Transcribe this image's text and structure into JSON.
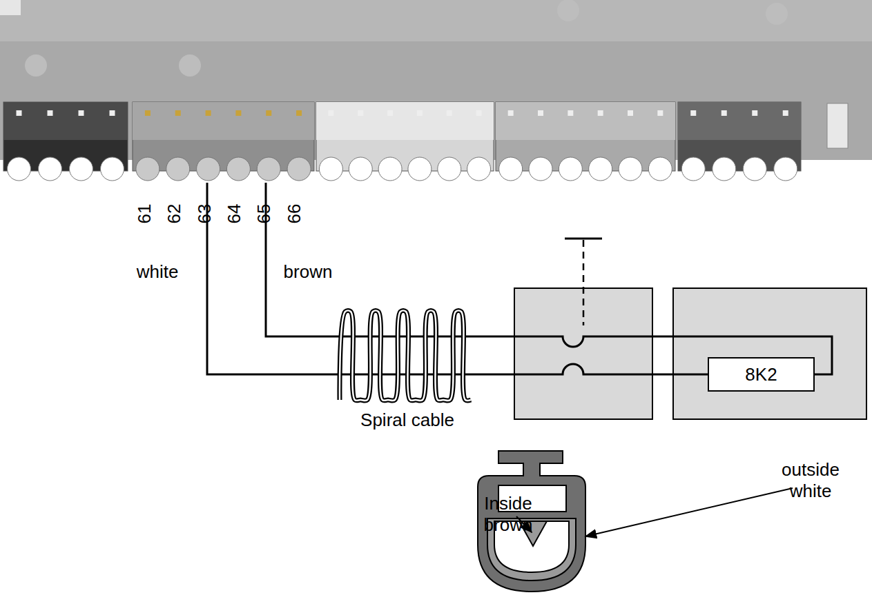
{
  "diagram": {
    "nodes": [
      {
        "text": [
          "8K2"
        ]
      }
    ],
    "labels": [
      "61",
      "62",
      "63",
      "64",
      "65",
      "66",
      "white",
      "brown",
      "Spiral cable",
      "Inside brown",
      "outside white"
    ]
  }
}
